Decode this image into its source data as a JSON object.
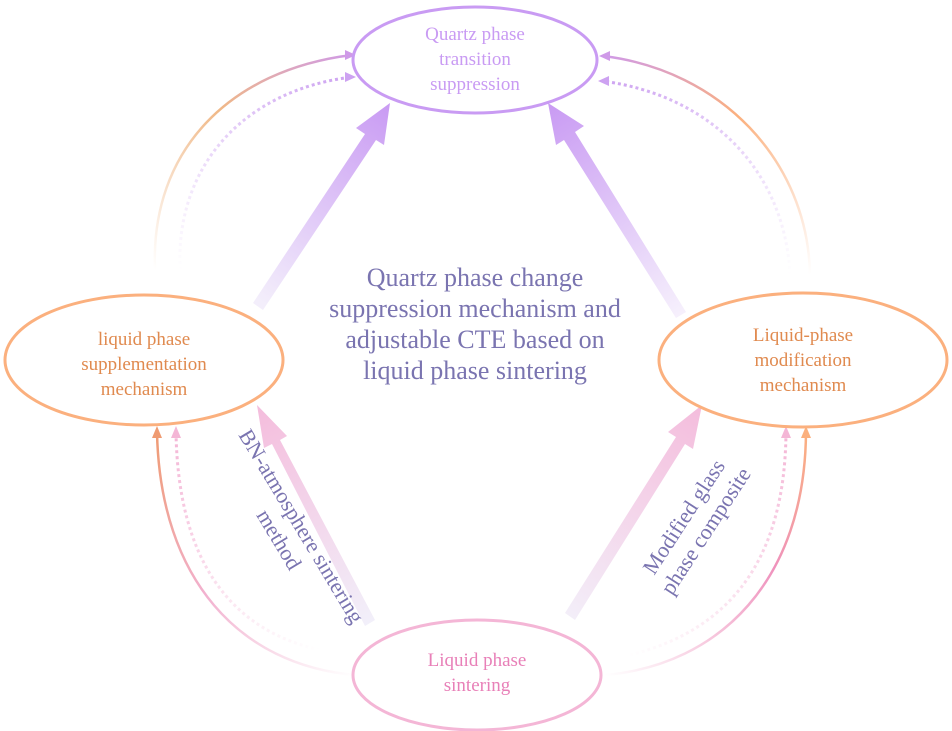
{
  "center_title": {
    "lines": [
      "Quartz phase change",
      "suppression mechanism and",
      "adjustable CTE based on",
      "liquid phase sintering"
    ]
  },
  "nodes": {
    "top": {
      "lines": [
        "Quartz phase",
        "transition",
        "suppression"
      ],
      "color": "#c79af0",
      "text_color": "#c79af0"
    },
    "left": {
      "lines": [
        "liquid phase",
        "supplementation",
        "mechanism"
      ],
      "color": "#fbb07e",
      "text_color": "#e08a4f"
    },
    "right": {
      "lines": [
        "Liquid-phase",
        "modification",
        "mechanism"
      ],
      "color": "#fbb07e",
      "text_color": "#e08a4f"
    },
    "bottom": {
      "lines": [
        "Liquid phase",
        "sintering"
      ],
      "color": "#f4b6d6",
      "text_color": "#e880b8"
    }
  },
  "edge_labels": {
    "left": {
      "lines": [
        "BN-atmosphere sintering",
        "method"
      ]
    },
    "right": {
      "lines": [
        "Modified glass",
        "phase composite"
      ]
    }
  },
  "colors": {
    "purple": "#c79af0",
    "orange": "#fbb07e",
    "pink": "#f4b6d6",
    "text_blue": "#7a74b0"
  }
}
